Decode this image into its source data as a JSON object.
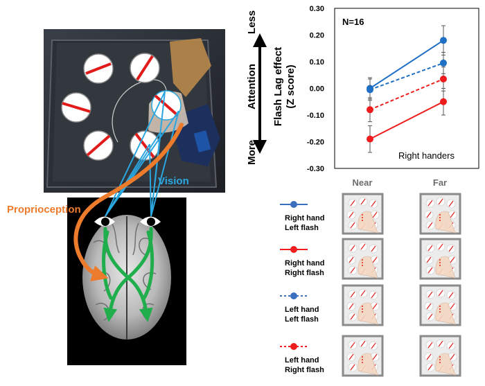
{
  "left_panel": {
    "vision_label": "Vision",
    "proprioception_label": "Proprioception"
  },
  "chart_data": {
    "type": "line",
    "title": "",
    "annotation_n": "N=16",
    "annotation_group": "Right handers",
    "ylabel_main": "Flash Lag effect",
    "ylabel_unit": "(Z score)",
    "attention_less": "Less",
    "attention_word": "Attention",
    "attention_more": "More",
    "x": [
      "Near",
      "Far"
    ],
    "ylim": [
      -0.3,
      0.3
    ],
    "yticks": [
      "0.30",
      "0.20",
      "0.10",
      "0.00",
      "-0.10",
      "-0.20",
      "-0.30"
    ],
    "ytick_values": [
      0.3,
      0.2,
      0.1,
      0.0,
      -0.1,
      -0.2,
      -0.3
    ],
    "grid": false,
    "series": [
      {
        "key": "rh_lf",
        "values": [
          0.0,
          0.18
        ],
        "err": [
          0.04,
          0.055
        ],
        "color": "#1f6fc5",
        "dash": false
      },
      {
        "key": "rh_rf",
        "values": [
          -0.19,
          -0.05
        ],
        "err": [
          0.05,
          0.05
        ],
        "color": "#ee1c1c",
        "dash": false
      },
      {
        "key": "lh_lf",
        "values": [
          -0.005,
          0.095
        ],
        "err": [
          0.04,
          0.04
        ],
        "color": "#1f6fc5",
        "dash": true
      },
      {
        "key": "lh_rf",
        "values": [
          -0.08,
          0.035
        ],
        "err": [
          0.045,
          0.045
        ],
        "color": "#ee1c1c",
        "dash": true
      }
    ]
  },
  "legend": {
    "col_near": "Near",
    "col_far": "Far",
    "rows": [
      {
        "line1": "Right hand",
        "line2": "Left flash",
        "color": "#3b6fbf",
        "dash": false
      },
      {
        "line1": "Right hand",
        "line2": "Right flash",
        "color": "#ee1c1c",
        "dash": false
      },
      {
        "line1": "Left hand",
        "line2": "Left flash",
        "color": "#3b6fbf",
        "dash": true
      },
      {
        "line1": "Left hand",
        "line2": "Right flash",
        "color": "#ee1c1c",
        "dash": true
      }
    ]
  },
  "colors": {
    "vision": "#2aa6e0",
    "proprioception": "#ec7b2c",
    "pathway": "#1fae4b",
    "flash": "#e11a1a"
  }
}
